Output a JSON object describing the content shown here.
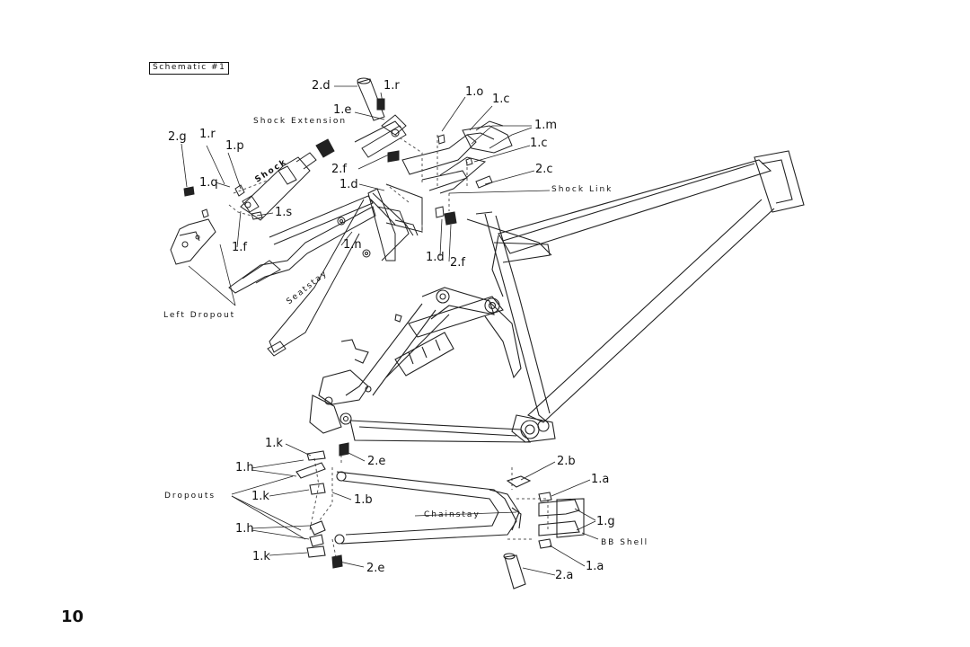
{
  "schematic_title": "Schematic #1",
  "page_number": "10",
  "parts": {
    "p2d": "2.d",
    "p1r_top": "1.r",
    "p1o": "1.o",
    "p1c_top": "1.c",
    "p1e": "1.e",
    "p1m": "1.m",
    "p1c_mid": "1.c",
    "p2c": "2.c",
    "p2g": "2.g",
    "p1r_left": "1.r",
    "p1p": "1.p",
    "p1q": "1.q",
    "p1s": "1.s",
    "p2f_top": "2.f",
    "p1d_top": "1.d",
    "p1f": "1.f",
    "p1n": "1.n",
    "p1d_bot": "1.d",
    "p2f_bot": "2.f",
    "p1k_top": "1.k",
    "p2e_top": "2.e",
    "p1h_top": "1.h",
    "p1k_mid": "1.k",
    "p1b": "1.b",
    "p1h_bot": "1.h",
    "p1k_bot": "1.k",
    "p2e_bot": "2.e",
    "p2b": "2.b",
    "p1a_top": "1.a",
    "p1g": "1.g",
    "p1a_bot": "1.a",
    "p2a": "2.a"
  },
  "captions": {
    "shock_extension": "Shock Extension",
    "shock": "Shock",
    "shock_link": "Shock Link",
    "seatstay": "Seatstay",
    "left_dropout": "Left Dropout",
    "dropouts": "Dropouts",
    "chainstay": "Chainstay",
    "bb_shell": "BB Shell"
  }
}
